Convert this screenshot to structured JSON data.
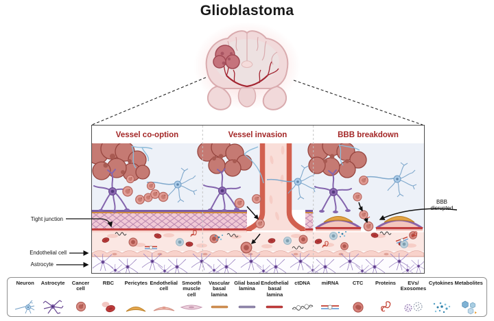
{
  "title": "Glioblastoma",
  "panel_group": {
    "panels": [
      {
        "label": "Vessel co-option"
      },
      {
        "label": "Vessel invasion"
      },
      {
        "label": "BBB breakdown"
      }
    ]
  },
  "annotations": {
    "tight_junction": "Tight junction",
    "endothelial_cell": "Endothelial cell",
    "astrocyte": "Astrocyte",
    "bbb_disrupted": "BBB disrupted"
  },
  "legend": {
    "items": [
      {
        "label": "Neuron",
        "icon": "neuron-icon"
      },
      {
        "label": "Astrocyte",
        "icon": "astrocyte-icon"
      },
      {
        "label": "Cancer cell",
        "icon": "cancer-cell-icon"
      },
      {
        "label": "RBC",
        "icon": "rbc-icon"
      },
      {
        "label": "Pericytes",
        "icon": "pericytes-icon"
      },
      {
        "label": "Endothelial cell",
        "icon": "endothelial-cell-icon"
      },
      {
        "label": "Smooth muscle cell",
        "icon": "smooth-muscle-cell-icon"
      },
      {
        "label": "Vascular basal lamina",
        "icon": "vascular-basal-lamina-icon"
      },
      {
        "label": "Glial basal lamina",
        "icon": "glial-basal-lamina-icon"
      },
      {
        "label": "Endothelial basal lamina",
        "icon": "endothelial-basal-lamina-icon"
      },
      {
        "label": "ctDNA",
        "icon": "ctdna-icon"
      },
      {
        "label": "miRNA",
        "icon": "mirna-icon"
      },
      {
        "label": "CTC",
        "icon": "ctc-icon"
      },
      {
        "label": "Proteins",
        "icon": "proteins-icon"
      },
      {
        "label": "EVs/ Exosomes",
        "icon": "evs-exosomes-icon"
      },
      {
        "label": "Cytokines",
        "icon": "cytokines-icon"
      },
      {
        "label": "Metabolites",
        "icon": "metabolites-icon"
      }
    ]
  },
  "colors": {
    "header_red": "#a32626",
    "tumor": "#c57a73",
    "astrocyte_purple": "#8a68b0",
    "neuron_blue": "#abcbe8",
    "lumen_pink": "#fbe7e3",
    "vessel_wall": "#d2604f",
    "pericyte_orange": "#e2a345",
    "glial_lamina": "#7c5ca5",
    "vascular_lamina": "#cf8a3e",
    "endothelial_lamina": "#c13f3f",
    "panel_background": "#edf1f8"
  }
}
